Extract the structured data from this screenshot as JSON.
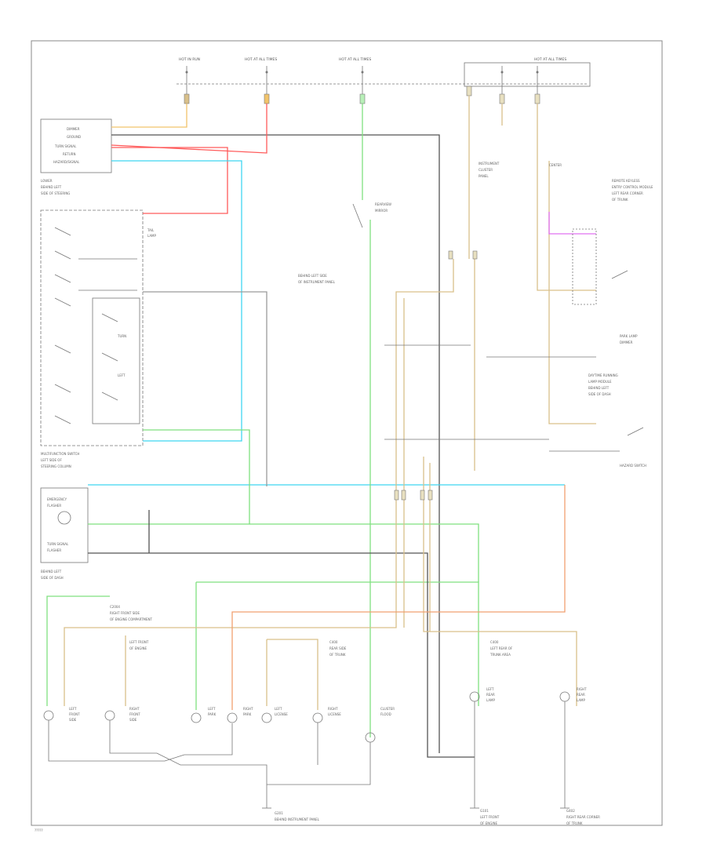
{
  "figure_id": "?????",
  "colors": {
    "hot_run": "#f2c46a",
    "ground": "#555555",
    "red": "#ff5a5a",
    "light_blue": "#3fd5f0",
    "light_green": "#7fe07f",
    "tan": "#d9c08a",
    "pink": "#e070f0",
    "orange": "#f0a070"
  },
  "fuses": [
    {
      "label": "HOT IN RUN"
    },
    {
      "label": "HOT AT ALL TIMES"
    },
    {
      "label": "HOT AT ALL TIMES"
    },
    {
      "label": "HOT AT ALL TIMES"
    }
  ]
}
